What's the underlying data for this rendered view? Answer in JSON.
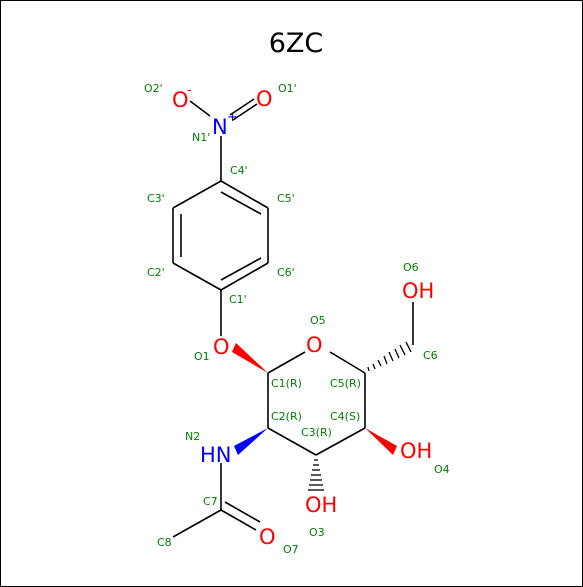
{
  "title": "6ZC",
  "colors": {
    "bond": "#000000",
    "carbon_label": "#008000",
    "oxygen": "#ff0000",
    "nitrogen": "#0000ff",
    "frame": "#000000"
  },
  "atoms": {
    "o2p": "O",
    "o2p_charge": "-",
    "n1p": "N",
    "n1p_charge": "+",
    "o1p": "O",
    "o6": "OH",
    "o5": "O",
    "o1": "O",
    "n2": "HN",
    "o4": "OH",
    "o3": "OH",
    "o7": "O"
  },
  "labels": {
    "O2p": "O2'",
    "O1p": "O1'",
    "N1p": "N1'",
    "C4p": "C4'",
    "C3p": "C3'",
    "C5p": "C5'",
    "C2p": "C2'",
    "C6p": "C6'",
    "C1p": "C1'",
    "O6": "O6",
    "O5": "O5",
    "C6": "C6",
    "O1": "O1",
    "C1": "C1(R)",
    "C5": "C5(R)",
    "C2": "C2(R)",
    "C4": "C4(S)",
    "C3": "C3(R)",
    "N2": "N2",
    "O4": "O4",
    "C7": "C7",
    "C8": "C8",
    "O3": "O3",
    "O7": "O7"
  }
}
